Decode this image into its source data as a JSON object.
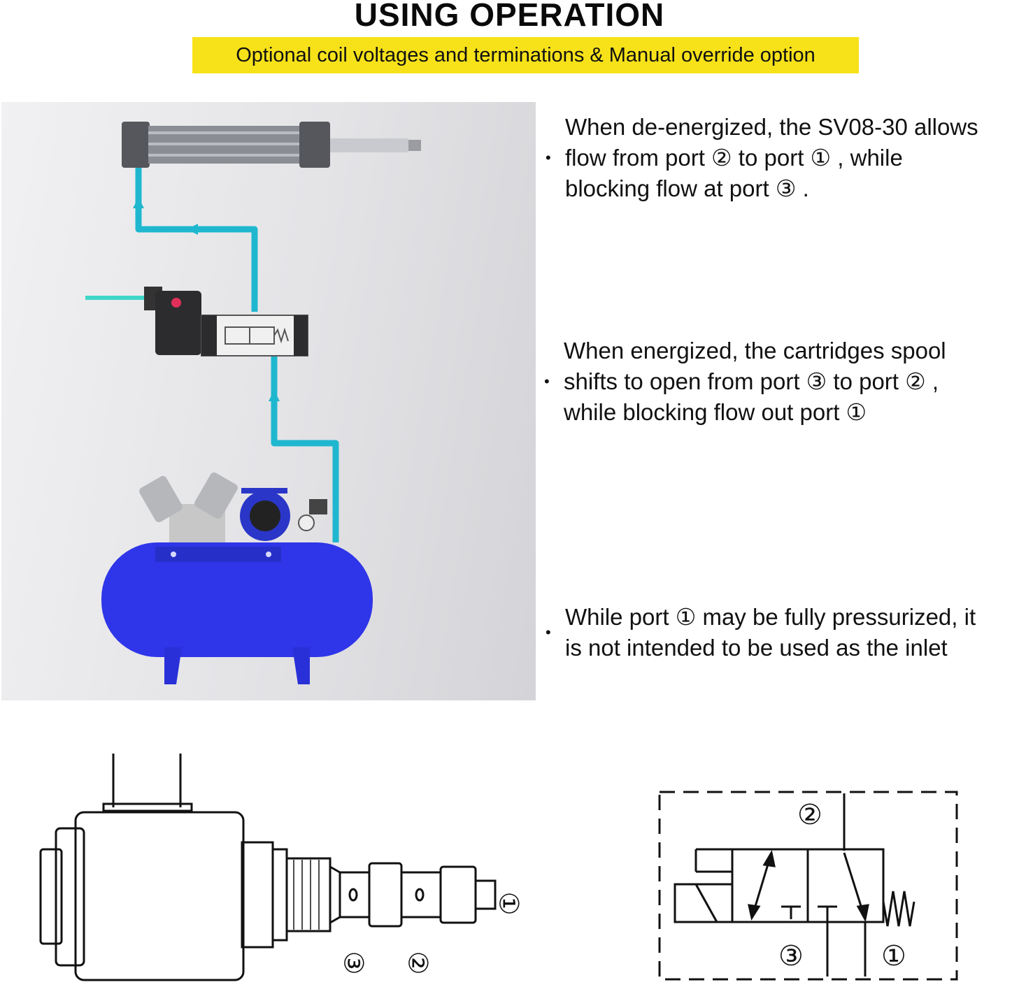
{
  "header": {
    "title": "USING OPERATION",
    "subtitle": "Optional coil voltages and terminations & Manual override option"
  },
  "bullets": [
    {
      "lines": [
        "When de-energized, the SV08-30 allows",
        "flow from port ② to port ① , while",
        "blocking flow at port ③ ."
      ]
    },
    {
      "lines": [
        "When energized, the cartridges spool",
        "shifts to open from port ③ to port ② ,",
        "while blocking flow out port ①"
      ]
    },
    {
      "lines": [
        "While port ① may be fully pressurized, it",
        "is not intended to be used as the inlet"
      ]
    }
  ],
  "bullet_char": "•",
  "cartridge_ports": {
    "p1": "①",
    "p2": "②",
    "p3": "③"
  },
  "symbol_ports": {
    "p1": "①",
    "p2": "②",
    "p3": "③"
  },
  "colors": {
    "banner": "#f7e21a",
    "pipe": "#1fb7cf",
    "tank": "#2f35e8"
  }
}
